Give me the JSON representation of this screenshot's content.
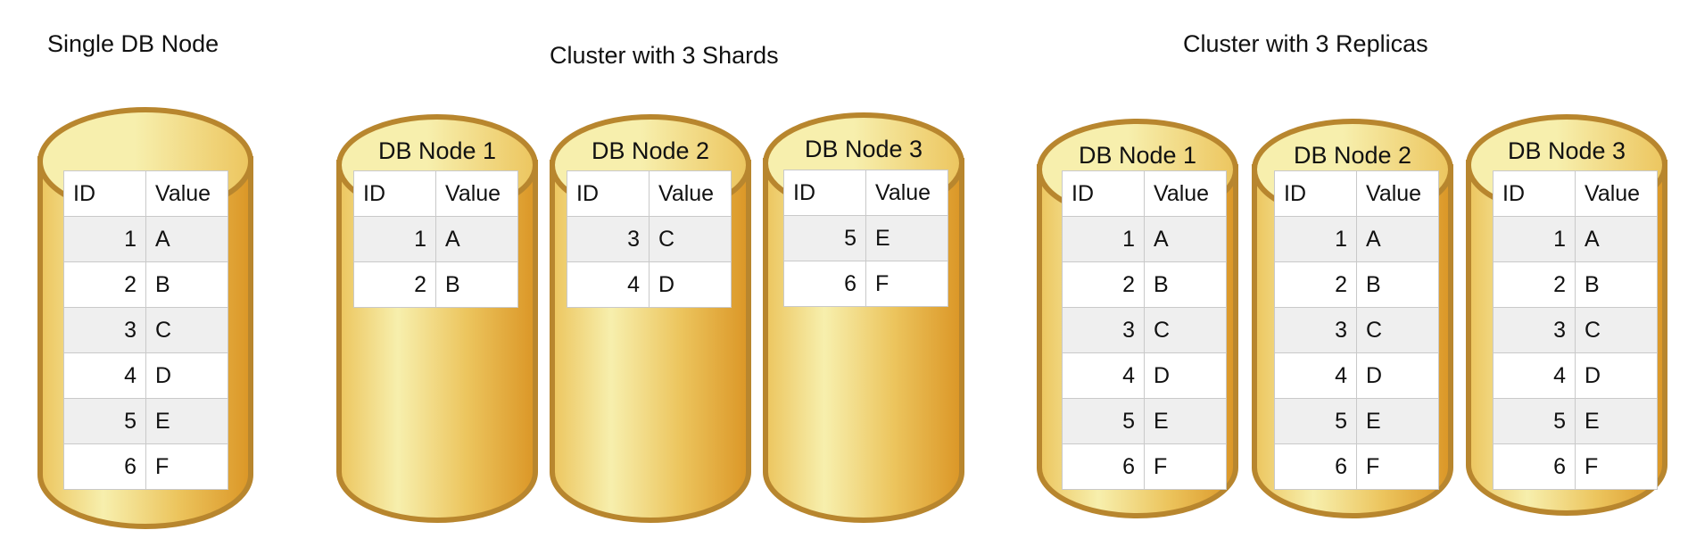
{
  "groups": {
    "single": {
      "title": "Single DB Node"
    },
    "shards": {
      "title": "Cluster with 3 Shards"
    },
    "replicas": {
      "title": "Cluster with 3 Replicas"
    }
  },
  "table_headers": {
    "id": "ID",
    "value": "Value"
  },
  "nodes": {
    "single": {
      "label": "",
      "rows": [
        {
          "id": "1",
          "value": "A"
        },
        {
          "id": "2",
          "value": "B"
        },
        {
          "id": "3",
          "value": "C"
        },
        {
          "id": "4",
          "value": "D"
        },
        {
          "id": "5",
          "value": "E"
        },
        {
          "id": "6",
          "value": "F"
        }
      ]
    },
    "shard1": {
      "label": "DB Node 1",
      "rows": [
        {
          "id": "1",
          "value": "A"
        },
        {
          "id": "2",
          "value": "B"
        }
      ]
    },
    "shard2": {
      "label": "DB Node 2",
      "rows": [
        {
          "id": "3",
          "value": "C"
        },
        {
          "id": "4",
          "value": "D"
        }
      ]
    },
    "shard3": {
      "label": "DB Node 3",
      "rows": [
        {
          "id": "5",
          "value": "E"
        },
        {
          "id": "6",
          "value": "F"
        }
      ]
    },
    "replica1": {
      "label": "DB Node 1",
      "rows": [
        {
          "id": "1",
          "value": "A"
        },
        {
          "id": "2",
          "value": "B"
        },
        {
          "id": "3",
          "value": "C"
        },
        {
          "id": "4",
          "value": "D"
        },
        {
          "id": "5",
          "value": "E"
        },
        {
          "id": "6",
          "value": "F"
        }
      ]
    },
    "replica2": {
      "label": "DB Node 2",
      "rows": [
        {
          "id": "1",
          "value": "A"
        },
        {
          "id": "2",
          "value": "B"
        },
        {
          "id": "3",
          "value": "C"
        },
        {
          "id": "4",
          "value": "D"
        },
        {
          "id": "5",
          "value": "E"
        },
        {
          "id": "6",
          "value": "F"
        }
      ]
    },
    "replica3": {
      "label": "DB Node 3",
      "rows": [
        {
          "id": "1",
          "value": "A"
        },
        {
          "id": "2",
          "value": "B"
        },
        {
          "id": "3",
          "value": "C"
        },
        {
          "id": "4",
          "value": "D"
        },
        {
          "id": "5",
          "value": "E"
        },
        {
          "id": "6",
          "value": "F"
        }
      ]
    }
  },
  "colors": {
    "cylinder_light": "#f7efad",
    "cylinder_mid": "#ecc55e",
    "cylinder_dark": "#db9626",
    "cylinder_edge": "#b8862e",
    "cell_shaded": "#efefef"
  }
}
